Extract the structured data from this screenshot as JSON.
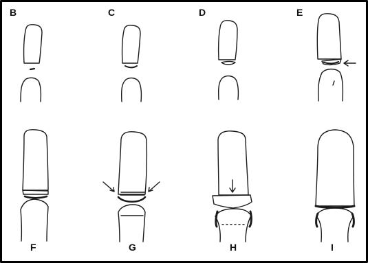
{
  "figure": {
    "panels": [
      {
        "id": "B",
        "label": "B"
      },
      {
        "id": "C",
        "label": "C"
      },
      {
        "id": "D",
        "label": "D"
      },
      {
        "id": "E",
        "label": "E"
      },
      {
        "id": "F",
        "label": "F"
      },
      {
        "id": "G",
        "label": "G"
      },
      {
        "id": "H",
        "label": "H"
      },
      {
        "id": "I",
        "label": "I"
      }
    ],
    "colors": {
      "ink": "#1a1a1a",
      "border": "#000000",
      "background": "#ffffff"
    }
  }
}
